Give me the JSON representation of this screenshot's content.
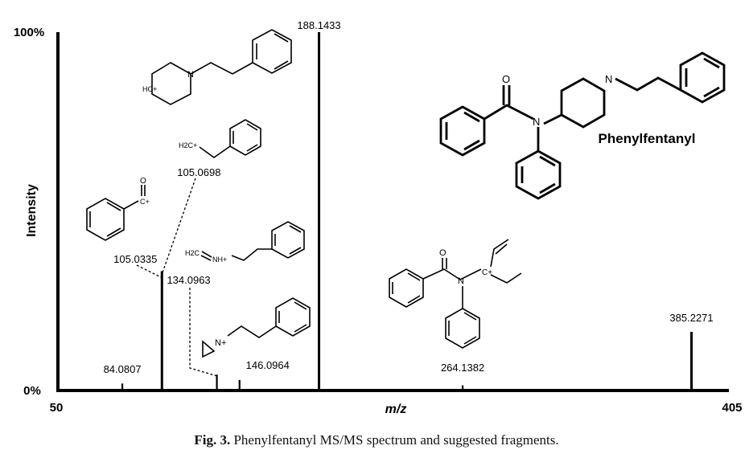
{
  "chart_data": {
    "type": "bar",
    "ylabel": "Intensity",
    "xlabel": "m/z",
    "xlim": [
      50,
      405
    ],
    "ylim": [
      0,
      100
    ],
    "ytick_labels": [
      "0%",
      "100%"
    ],
    "xtick_labels": [
      "50",
      "405"
    ],
    "compound_label": "Phenylfentanyl",
    "peaks": [
      {
        "mz": 84.0807,
        "intensity": 1.5,
        "label": "84.0807"
      },
      {
        "mz": 105.0335,
        "intensity": 33,
        "label": "105.0335"
      },
      {
        "mz": 105.0698,
        "intensity": 0,
        "label": "105.0698"
      },
      {
        "mz": 134.0963,
        "intensity": 4,
        "label": "134.0963"
      },
      {
        "mz": 146.0964,
        "intensity": 2.5,
        "label": "146.0964"
      },
      {
        "mz": 188.1433,
        "intensity": 100,
        "label": "188.1433"
      },
      {
        "mz": 264.1382,
        "intensity": 1,
        "label": "264.1382"
      },
      {
        "mz": 385.2271,
        "intensity": 16,
        "label": "385.2271"
      }
    ],
    "fragment_labels": {
      "hc_plus": "HC+",
      "n_ring": "N",
      "h2c_plus": "H2C+",
      "o_acyl": "O",
      "c_plus": "C+",
      "h2c_imine": "H2C",
      "nh_plus": "NH+",
      "n_plus": "N+",
      "o_amide": "O",
      "n_amide": "N",
      "c_plus_allyl": "C+",
      "o_parent": "O",
      "n_parent_amide": "N",
      "n_parent_pip": "N"
    }
  },
  "caption": {
    "label": "Fig. 3.",
    "text": "Phenylfentanyl MS/MS spectrum and suggested fragments."
  }
}
